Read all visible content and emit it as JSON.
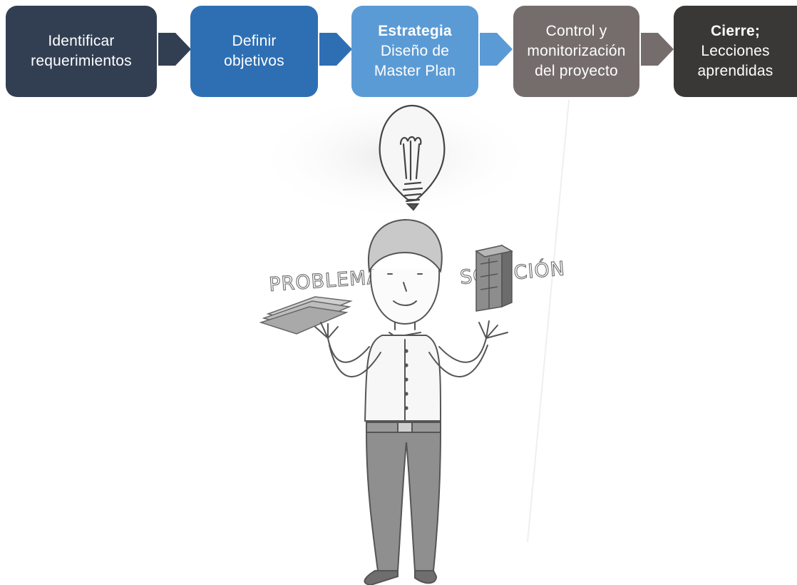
{
  "process_steps": [
    {
      "bold": "",
      "text_lines": [
        "Identificar",
        "requerimientos"
      ],
      "color": "#323f53"
    },
    {
      "bold": "",
      "text_lines": [
        "Definir",
        "objetivos"
      ],
      "color": "#2e6fb4"
    },
    {
      "bold": "Estrategia",
      "text_lines": [
        "Diseño de",
        "Master Plan"
      ],
      "color": "#5b9bd5"
    },
    {
      "bold": "",
      "text_lines": [
        "Control y",
        "monitorización",
        "del proyecto"
      ],
      "color": "#756d6b"
    },
    {
      "bold": "Cierre;",
      "text_lines": [
        "Lecciones",
        "aprendidas"
      ],
      "color": "#3a3837"
    }
  ],
  "illustration": {
    "left_label": "PROBLEMA",
    "right_label": "SOLUCIÓN"
  }
}
